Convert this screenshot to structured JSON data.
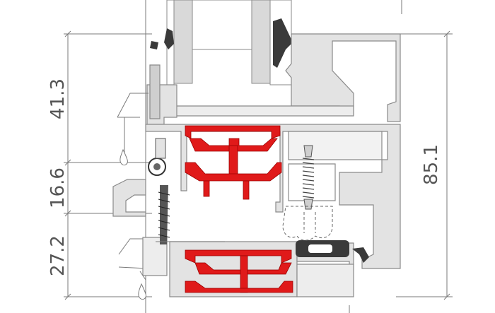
{
  "dimensions": {
    "frame_height": "41.3",
    "middle_height": "16.6",
    "sill_height": "27.2",
    "total_height": "85.1"
  },
  "colors": {
    "background": "#ffffff",
    "profile_fill": "#e3e3e3",
    "profile_stroke": "#8a8a8a",
    "thermal_break": "#e01a1a",
    "glass": "#d9d9d9",
    "gasket": "#3a3a3a",
    "dimension_line": "#7a7a7a",
    "dimension_text": "#555555"
  }
}
